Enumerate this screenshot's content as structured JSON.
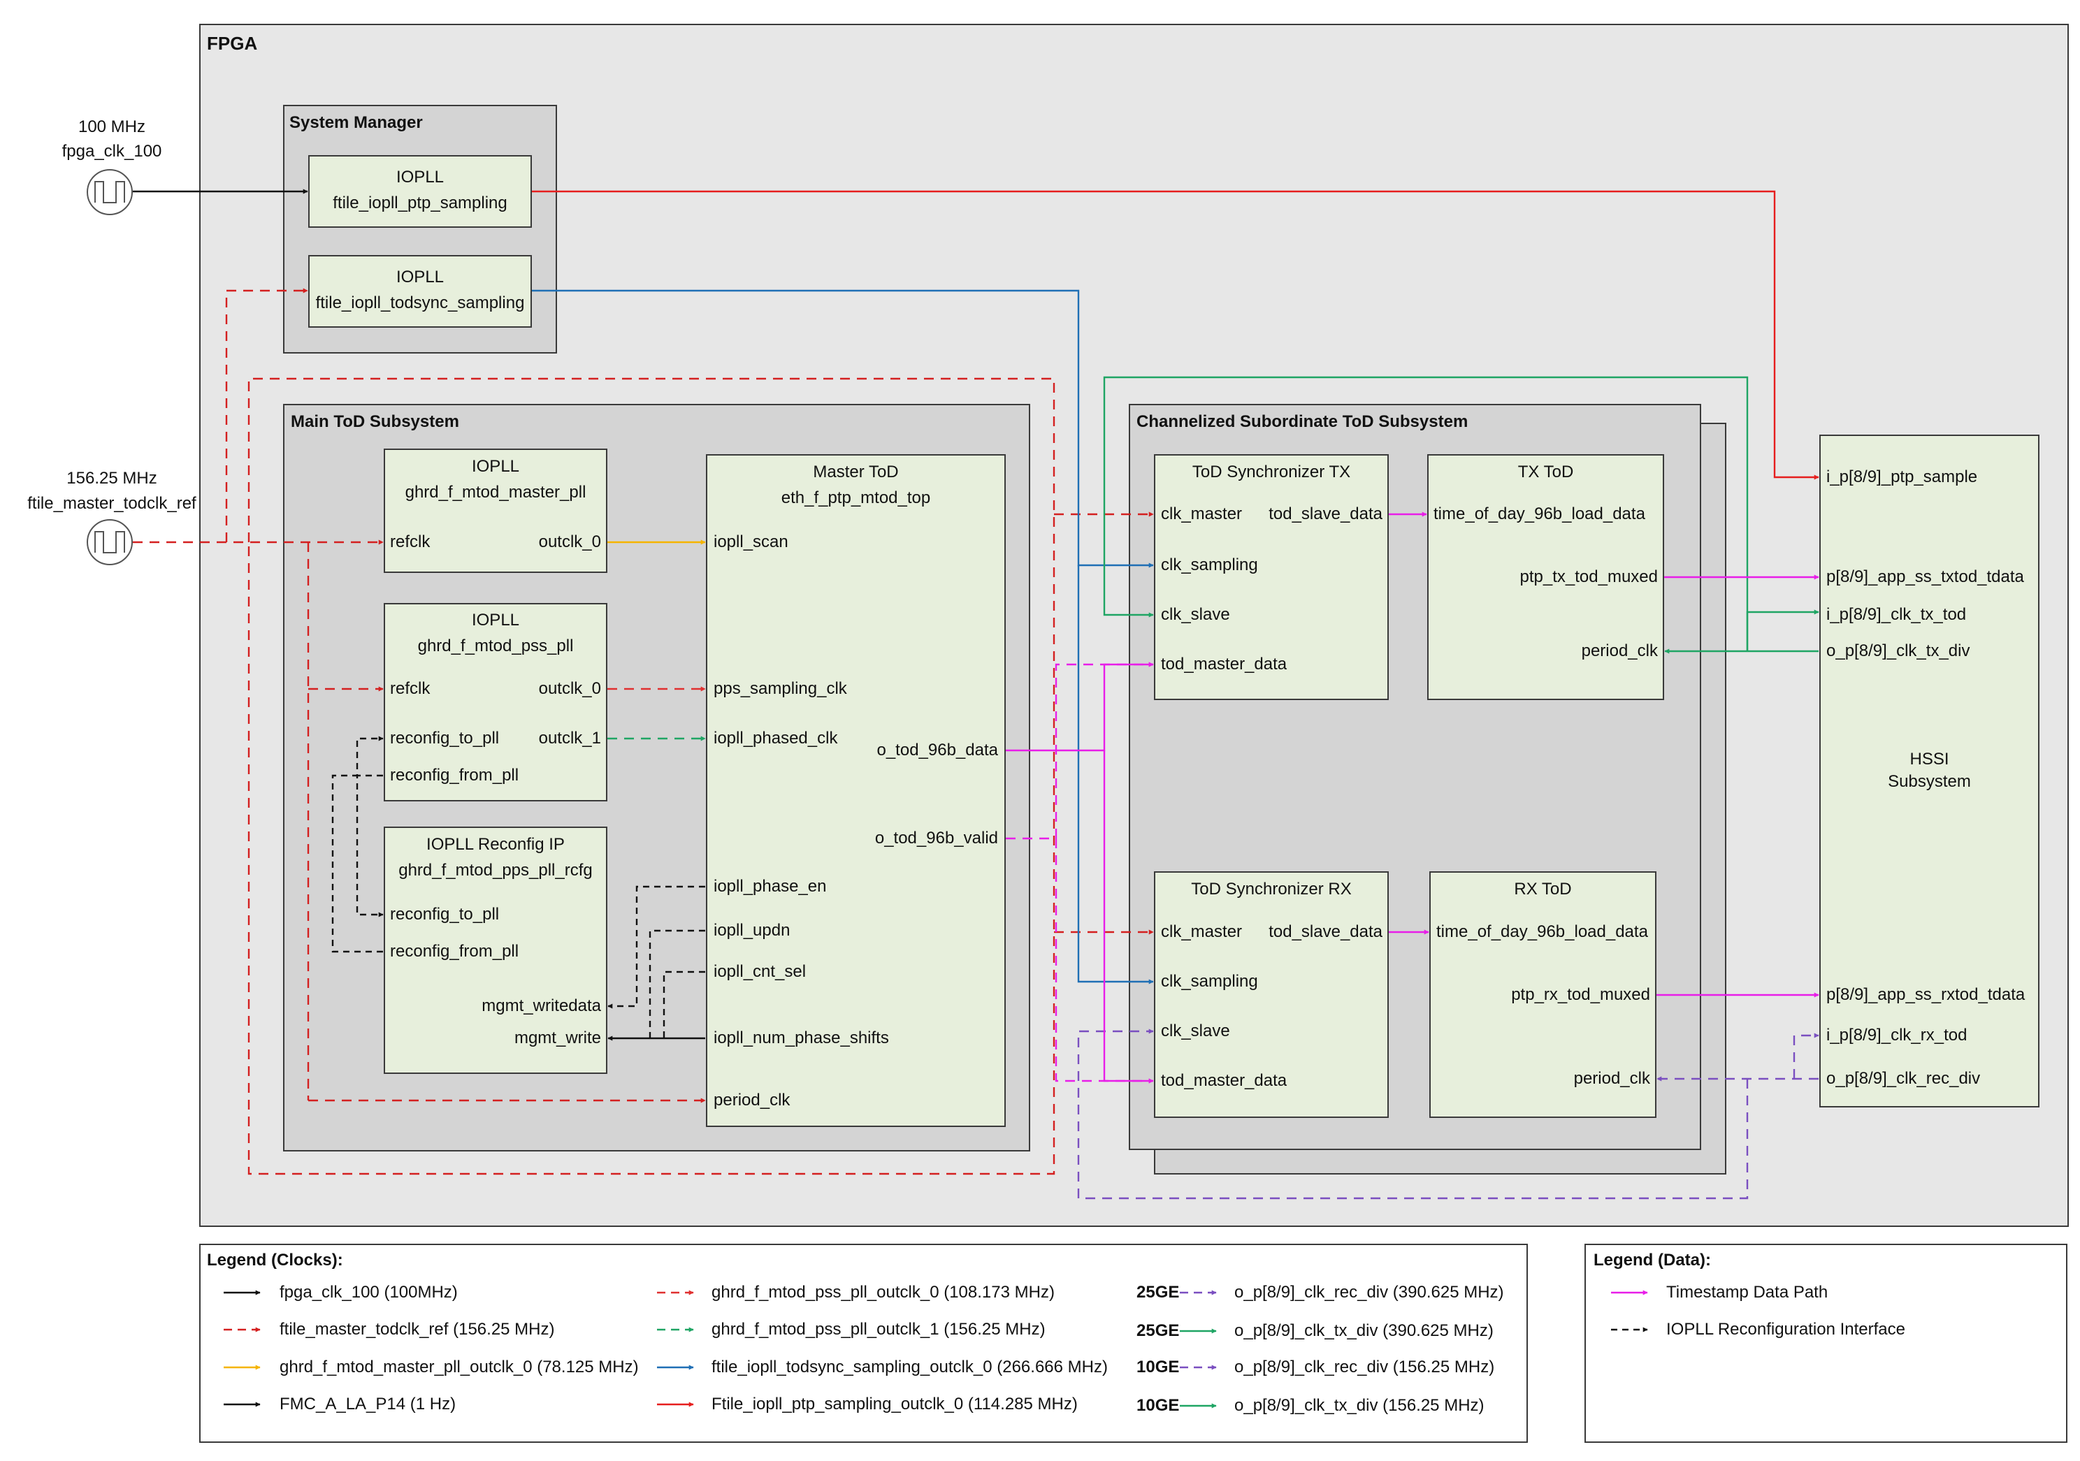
{
  "fpga_label": "FPGA",
  "clock_sources": [
    {
      "freq": "100 MHz",
      "name": "fpga_clk_100"
    },
    {
      "freq": "156.25 MHz",
      "name": "ftile_master_todclk_ref"
    }
  ],
  "system_manager": {
    "title": "System Manager",
    "pll1": {
      "type": "IOPLL",
      "name": "ftile_iopll_ptp_sampling"
    },
    "pll2": {
      "type": "IOPLL",
      "name": "ftile_iopll_todsync_sampling"
    }
  },
  "main_tod": {
    "title": "Main ToD Subsystem",
    "master_pll": {
      "type": "IOPLL",
      "name": "ghrd_f_mtod_master_pll",
      "in": "refclk",
      "out": "outclk_0"
    },
    "pss_pll": {
      "type": "IOPLL",
      "name": "ghrd_f_mtod_pss_pll",
      "in1": "refclk",
      "in2": "reconfig_to_pll",
      "in3": "reconfig_from_pll",
      "out1": "outclk_0",
      "out2": "outclk_1"
    },
    "reconfig": {
      "type": "IOPLL Reconfig IP",
      "name": "ghrd_f_mtod_pps_pll_rcfg",
      "p1": "reconfig_to_pll",
      "p2": "reconfig_from_pll",
      "p3": "mgmt_writedata",
      "p4": "mgmt_write"
    },
    "master": {
      "type": "Master ToD",
      "name": "eth_f_ptp_mtod_top",
      "p1": "iopll_scan",
      "p2": "pps_sampling_clk",
      "p3": "iopll_phased_clk",
      "p4": "o_tod_96b_data",
      "p5": "o_tod_96b_valid",
      "p6": "iopll_phase_en",
      "p7": "iopll_updn",
      "p8": "iopll_cnt_sel",
      "p9": "iopll_num_phase_shifts",
      "p10": "period_clk"
    }
  },
  "chan_sub": {
    "title": "Channelized Subordinate ToD Subsystem",
    "sync_tx": {
      "title": "ToD Synchronizer TX",
      "p1": "clk_master",
      "p2": "clk_sampling",
      "p3": "clk_slave",
      "p4": "tod_master_data",
      "out": "tod_slave_data"
    },
    "tx_tod": {
      "title": "TX ToD",
      "p1": "time_of_day_96b_load_data",
      "p2": "ptp_tx_tod_muxed",
      "p3": "period_clk"
    },
    "sync_rx": {
      "title": "ToD Synchronizer RX",
      "p1": "clk_master",
      "p2": "clk_sampling",
      "p3": "clk_slave",
      "p4": "tod_master_data",
      "out": "tod_slave_data"
    },
    "rx_tod": {
      "title": "RX ToD",
      "p1": "time_of_day_96b_load_data",
      "p2": "ptp_rx_tod_muxed",
      "p3": "period_clk"
    }
  },
  "hssi": {
    "title1": "HSSI",
    "title2": "Subsystem",
    "ports": [
      "i_p[8/9]_ptp_sample",
      "p[8/9]_app_ss_txtod_tdata",
      "i_p[8/9]_clk_tx_tod",
      "o_p[8/9]_clk_tx_div",
      "p[8/9]_app_ss_rxtod_tdata",
      "i_p[8/9]_clk_rx_tod",
      "o_p[8/9]_clk_rec_div"
    ]
  },
  "legend_clocks": {
    "title": "Legend (Clocks):",
    "col1": [
      {
        "label": "fpga_clk_100 (100MHz)",
        "color": "#111111",
        "dash": false
      },
      {
        "label": "ftile_master_todclk_ref (156.25 MHz)",
        "color": "#d42020",
        "dash": true
      },
      {
        "label": "ghrd_f_mtod_master_pll_outclk_0 (78.125 MHz)",
        "color": "#f5b400",
        "dash": false
      },
      {
        "label": "FMC_A_LA_P14 (1 Hz)",
        "color": "#111111",
        "dash": false
      }
    ],
    "col2": [
      {
        "label": "ghrd_f_mtod_pss_pll_outclk_0 (108.173 MHz)",
        "color": "#e03030",
        "dash": true
      },
      {
        "label": "ghrd_f_mtod_pss_pll_outclk_1 (156.25 MHz)",
        "color": "#1fa564",
        "dash": true
      },
      {
        "label": "ftile_iopll_todsync_sampling_outclk_0 (266.666 MHz)",
        "color": "#1f6fb5",
        "dash": false
      },
      {
        "label": "Ftile_iopll_ptp_sampling_outclk_0 (114.285 MHz)",
        "color": "#e61e1e",
        "dash": false
      }
    ],
    "col3": [
      {
        "tag": "25GE",
        "label": "o_p[8/9]_clk_rec_div (390.625 MHz)",
        "color": "#7a4fc0",
        "dash": true
      },
      {
        "tag": "25GE",
        "label": "o_p[8/9]_clk_tx_div (390.625 MHz)",
        "color": "#1fa564",
        "dash": false
      },
      {
        "tag": "10GE",
        "label": "o_p[8/9]_clk_rec_div (156.25 MHz)",
        "color": "#7a4fc0",
        "dash": true
      },
      {
        "tag": "10GE",
        "label": "o_p[8/9]_clk_tx_div (156.25 MHz)",
        "color": "#1fa564",
        "dash": false
      }
    ]
  },
  "legend_data": {
    "title": "Legend (Data):",
    "items": [
      {
        "label": "Timestamp Data Path",
        "color": "#e81ee8",
        "dash": false
      },
      {
        "label": "IOPLL Reconfiguration Interface",
        "color": "#111111",
        "dash": true
      }
    ]
  },
  "colors": {
    "black": "#111111",
    "red_dash": "#d42020",
    "yellow": "#f5b400",
    "green": "#1fa564",
    "blue": "#1f6fb5",
    "red": "#e61e1e",
    "purple": "#7a4fc0",
    "magenta": "#e81ee8"
  }
}
